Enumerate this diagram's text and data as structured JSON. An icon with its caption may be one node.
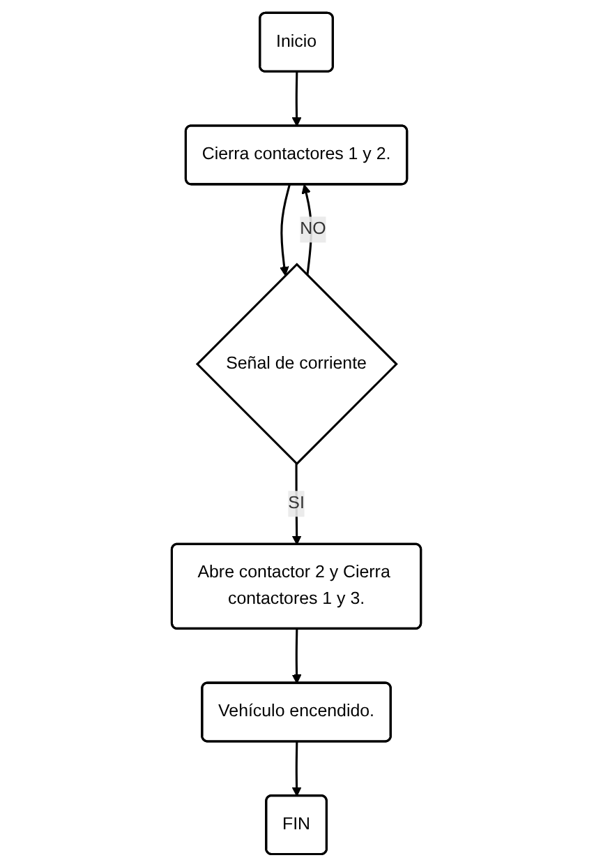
{
  "diagram": {
    "nodes": [
      {
        "text": [
          "Inicio"
        ]
      },
      {
        "text": [
          "Cierra contactores 1 y 2."
        ]
      },
      {
        "text": [
          "Señal de corriente"
        ]
      },
      {
        "text": [
          "Abre contactor 2 y Cierra contactores 1 y 3."
        ]
      },
      {
        "text": [
          "Vehículo encendido."
        ]
      },
      {
        "text": [
          "FIN"
        ]
      }
    ],
    "edges": [
      {
        "from": 0,
        "to": 1,
        "arrow": "to"
      },
      {
        "from": 1,
        "to": 2,
        "arrow": "to"
      },
      {
        "from": 2,
        "to": 1,
        "label": "NO",
        "arrow": "to"
      },
      {
        "from": 2,
        "to": 3,
        "label": "SI",
        "arrow": "to"
      },
      {
        "from": 3,
        "to": 4,
        "arrow": "to"
      },
      {
        "from": 4,
        "to": 5,
        "arrow": "to"
      }
    ]
  }
}
